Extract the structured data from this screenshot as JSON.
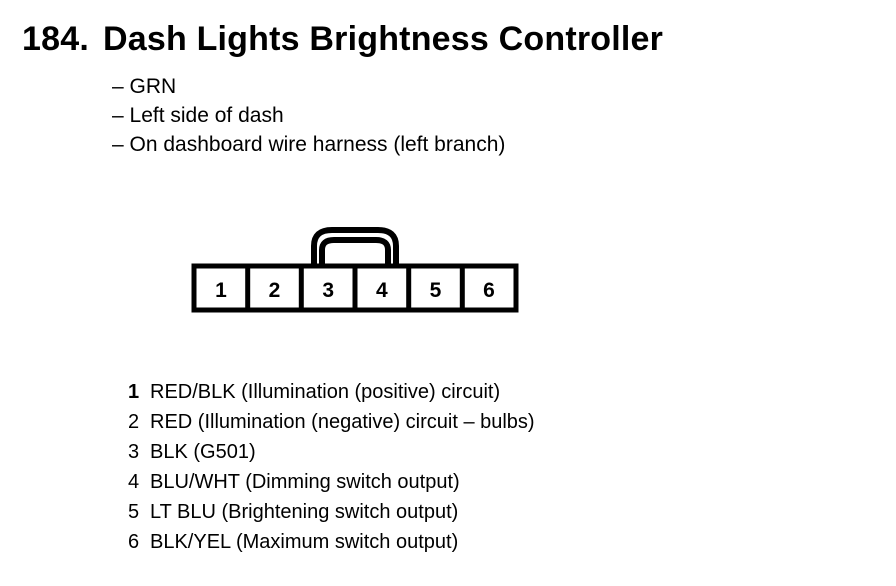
{
  "header": {
    "number": "184.",
    "title": "Dash Lights Brightness Controller"
  },
  "info": {
    "color": "– GRN",
    "location": "– Left side of dash",
    "harness": "– On dashboard wire harness (left branch)"
  },
  "connector": {
    "pins": [
      "1",
      "2",
      "3",
      "4",
      "5",
      "6"
    ]
  },
  "pinout": [
    {
      "pin": "1",
      "desc": "RED/BLK (Illumination (positive) circuit)"
    },
    {
      "pin": "2",
      "desc": "RED (Illumination (negative) circuit – bulbs)"
    },
    {
      "pin": "3",
      "desc": "BLK (G501)"
    },
    {
      "pin": "4",
      "desc": "BLU/WHT (Dimming switch output)"
    },
    {
      "pin": "5",
      "desc": "LT BLU (Brightening switch output)"
    },
    {
      "pin": "6",
      "desc": "BLK/YEL (Maximum switch output)"
    }
  ]
}
